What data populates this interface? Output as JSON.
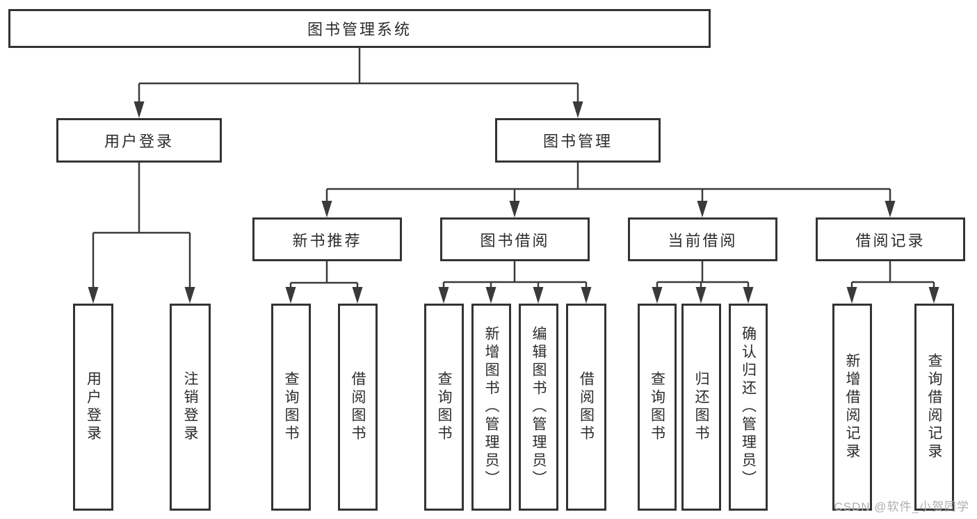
{
  "colors": {
    "line": "#3a3a3a",
    "border": "#333333",
    "text": "#2b2b2b",
    "watermark": "#aeaeae"
  },
  "tree": {
    "root": {
      "label": "图书管理系统",
      "children": [
        {
          "label": "用户登录",
          "children": [
            {
              "label": "用户登录"
            },
            {
              "label": "注销登录"
            }
          ]
        },
        {
          "label": "图书管理",
          "children": [
            {
              "label": "新书推荐",
              "children": [
                {
                  "label": "查询图书"
                },
                {
                  "label": "借阅图书"
                }
              ]
            },
            {
              "label": "图书借阅",
              "children": [
                {
                  "label": "查询图书"
                },
                {
                  "label": "新增图书（管理员）"
                },
                {
                  "label": "编辑图书（管理员）"
                },
                {
                  "label": "借阅图书"
                }
              ]
            },
            {
              "label": "当前借阅",
              "children": [
                {
                  "label": "查询图书"
                },
                {
                  "label": "归还图书"
                },
                {
                  "label": "确认归还（管理员）"
                }
              ]
            },
            {
              "label": "借阅记录",
              "children": [
                {
                  "label": "新增借阅记录"
                },
                {
                  "label": "查询借阅记录"
                }
              ]
            }
          ]
        }
      ]
    }
  },
  "watermark": {
    "text": "CSDN @软件_小贺同学"
  }
}
